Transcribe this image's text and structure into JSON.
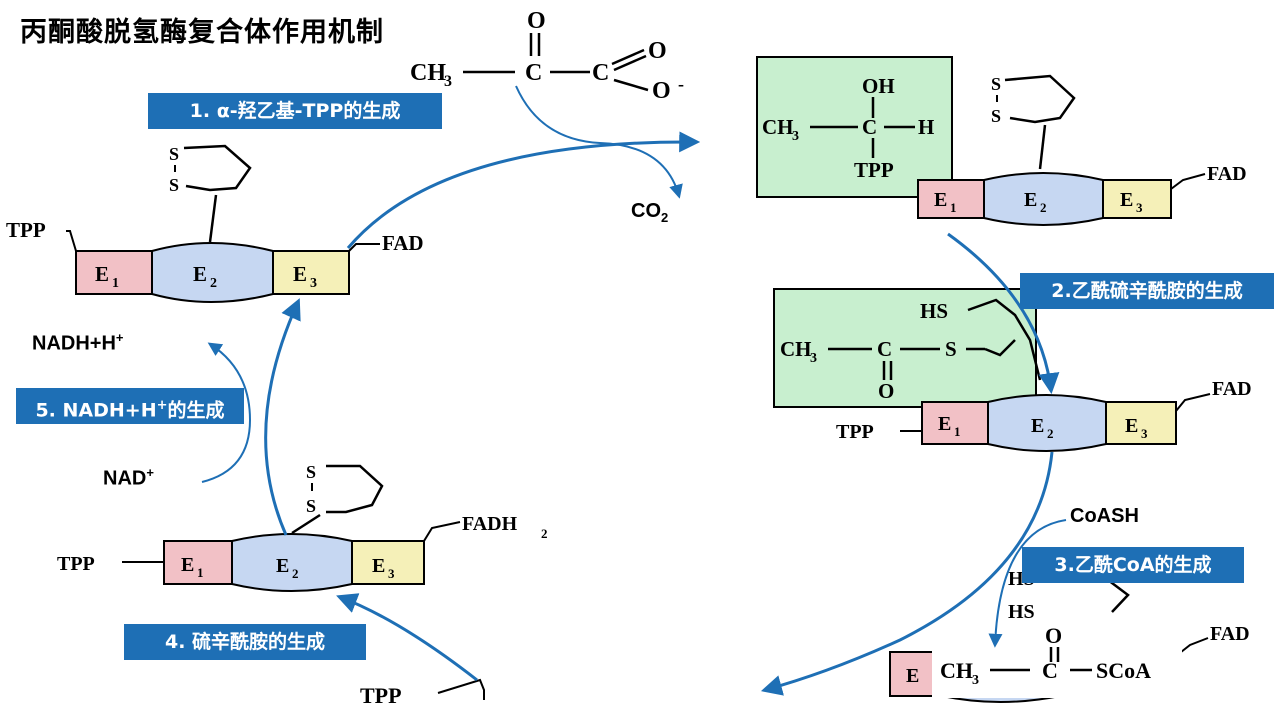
{
  "title": "丙酮酸脱氢酶复合体作用机制",
  "steps": {
    "s1": "1. α-羟乙基-TPP的生成",
    "s2": "2.乙酰硫辛酰胺的生成",
    "s3": "3.乙酰CoA的生成",
    "s4": "4. 硫辛酰胺的生成",
    "s5_main": "5. NADH+H",
    "s5_sup": "+",
    "s5_tail": "的生成"
  },
  "labels": {
    "co2_main": "CO",
    "co2_sub": "2",
    "nadh_main": "NADH+H",
    "nadh_sup": "+",
    "nad_main": "NAD",
    "nad_sup": "+",
    "coash": "CoASH"
  },
  "enzyme": {
    "e1": "E",
    "e1_sub": "1",
    "e2": "E",
    "e2_sub": "2",
    "e3": "E",
    "e3_sub": "3",
    "tpp": "TPP",
    "fad": "FAD",
    "fadh2": "FADH",
    "fadh2_sub": "2",
    "s": "S",
    "hs": "HS"
  },
  "molecules": {
    "pyruvate": {
      "ch3": "CH",
      "ch3_sub": "3",
      "c1": "C",
      "c2": "C",
      "o_top": "O",
      "o_right": "O",
      "o_minus": "O",
      "minus": "-"
    },
    "hydroxyethyl": {
      "oh": "OH",
      "ch3": "CH",
      "ch3_sub": "3",
      "c": "C",
      "h": "H",
      "tpp": "TPP"
    },
    "acetyl_lipo": {
      "ch3": "CH",
      "ch3_sub": "3",
      "c": "C",
      "s": "S",
      "o": "O"
    },
    "acetyl_coa": {
      "ch3": "CH",
      "ch3_sub": "3",
      "c": "C",
      "scoa": "SCoA",
      "o": "O",
      "e": "E"
    }
  },
  "colors": {
    "e1": "#f2c1c6",
    "e2": "#c6d7f2",
    "e3": "#f5f0b8",
    "green_box": "#c8efcf",
    "arrow": "#1e6fb5",
    "step_bg": "#1e6fb5"
  }
}
